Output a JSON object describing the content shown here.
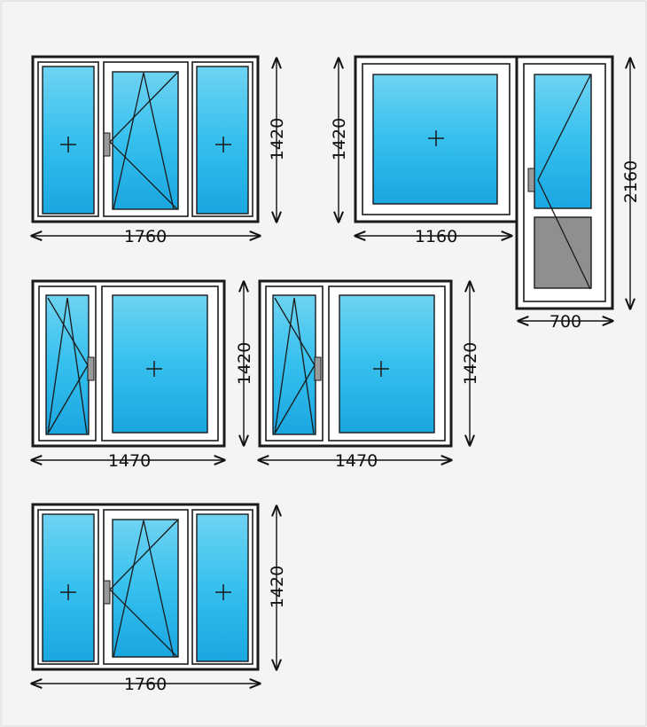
{
  "dimensions": {
    "win1_width": "1760",
    "win1_height": "1420",
    "win2_width": "1160",
    "win2_height": "1420",
    "door_height": "2160",
    "door_width": "700",
    "win3_width": "1470",
    "win3_height": "1420",
    "win4_width": "1470",
    "win4_height": "1420",
    "win5_width": "1760",
    "win5_height": "1420"
  },
  "colors": {
    "background": "#f3f4f6",
    "frame": "#1a1a1a",
    "profile": "#ffffff",
    "glass_top": "#6fd3f2",
    "glass_mid": "#35c0ee",
    "glass_bottom": "#1aa6e0",
    "door_panel": "#8f8f8f",
    "handle": "#9a9a9a",
    "dimension_line": "#111111"
  }
}
